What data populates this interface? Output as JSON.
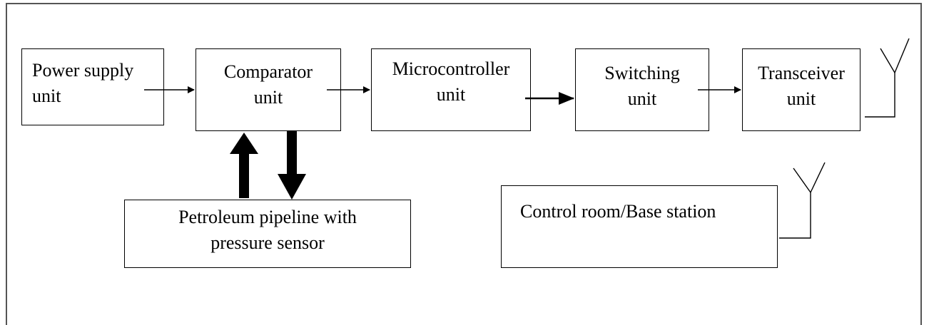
{
  "blocks": {
    "power_supply": {
      "line1": "Power supply",
      "line2": "unit"
    },
    "comparator": {
      "line1": "Comparator",
      "line2": "unit"
    },
    "microcontroller": {
      "line1": "Microcontroller",
      "line2": "unit"
    },
    "switching": {
      "line1": "Switching",
      "line2": "unit"
    },
    "transceiver": {
      "line1": "Transceiver",
      "line2": "unit"
    },
    "pipeline": {
      "line1": "Petroleum pipeline with",
      "line2": "pressure sensor"
    },
    "control_room": {
      "line1": "Control room/Base station"
    }
  },
  "colors": {
    "line": "#000000",
    "frame": "#555555"
  }
}
